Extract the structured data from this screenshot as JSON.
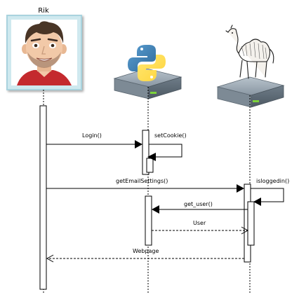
{
  "participants": {
    "user": {
      "name": "Rik",
      "icon": "avatar-icon"
    },
    "python_server": {
      "icon": "python-server-icon"
    },
    "perl_server": {
      "icon": "perl-server-icon"
    }
  },
  "messages": {
    "login": "Login()",
    "set_cookie": "setCookie()",
    "get_email_settings": "getEmailSettings()",
    "is_logged_in": "isloggedin()",
    "get_user": "get_user()",
    "user": "User",
    "webpage": "Webpage"
  },
  "colors": {
    "python_blue": "#3d73a8",
    "python_yellow": "#f6d14b",
    "server_gray": "#8c9aa6",
    "avatar_border": "#a9d3de",
    "shirt_red": "#c42a2f"
  }
}
